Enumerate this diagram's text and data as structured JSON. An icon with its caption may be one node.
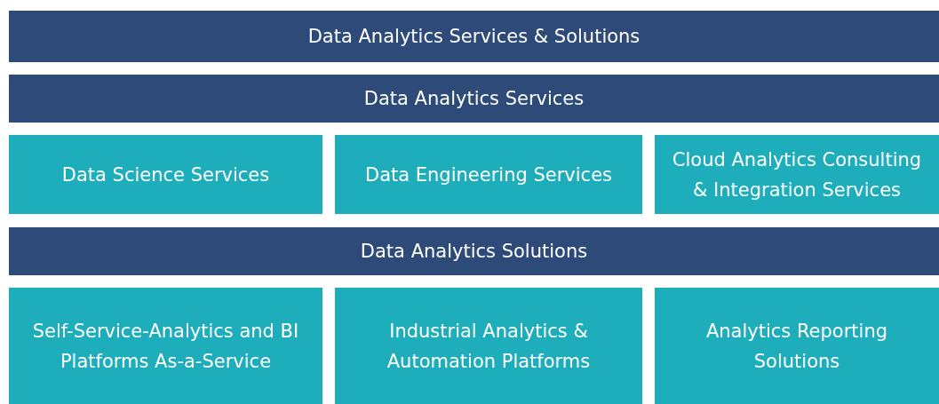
{
  "diagram": {
    "nodes": [
      {
        "text": [
          "Data Analytics Services & Solutions"
        ]
      },
      {
        "text": [
          "Data Analytics Services"
        ]
      },
      {
        "text": [
          "Data Science Services"
        ]
      },
      {
        "text": [
          "Data Engineering Services"
        ]
      },
      {
        "text": [
          "Cloud Analytics Consulting & Integration Services"
        ]
      },
      {
        "text": [
          "Data Analytics Solutions"
        ]
      },
      {
        "text": [
          "Self-Service-Analytics and BI Platforms As-a-Service"
        ]
      },
      {
        "text": [
          "Industrial Analytics & Automation Platforms"
        ]
      },
      {
        "text": [
          "Analytics Reporting Solutions"
        ]
      }
    ]
  }
}
